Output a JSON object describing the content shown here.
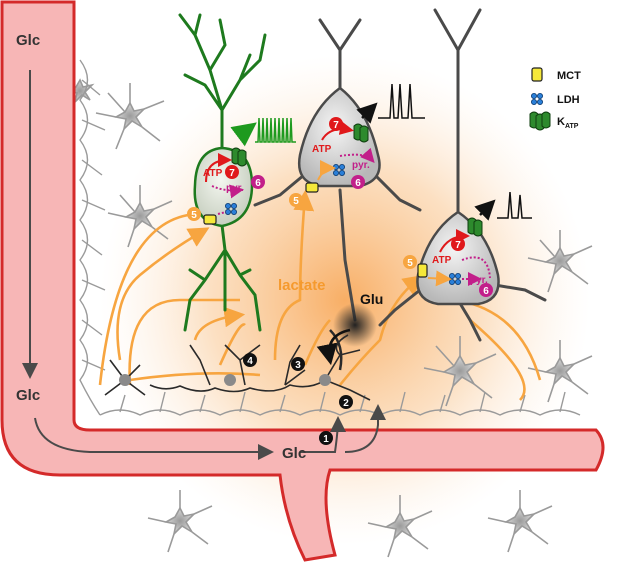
{
  "labels": {
    "glc_top": "Glc",
    "glc_mid": "Glc",
    "glc_bottom": "Glc",
    "lactate": "lactate",
    "glu": "Glu",
    "atp": "ATP",
    "pyr": "pyr."
  },
  "legend": {
    "mct": "MCT",
    "ldh": "LDH",
    "katp_main": "K",
    "katp_sub": "ATP"
  },
  "steps": [
    "1",
    "2",
    "3",
    "4",
    "5",
    "6",
    "7"
  ],
  "colors": {
    "vessel_fill": "#f7b6b6",
    "vessel_stroke": "#d42a2a",
    "glow": "#f8c48f",
    "pathway": "#f7a540",
    "green_neuron": "#1e7a1e",
    "gray_neuron": "#4a4a4a",
    "astro": "#b0b0b0",
    "atp_red": "#e0191b",
    "pyr_magenta": "#c21f8a",
    "mct_yellow": "#f5e83a",
    "ldh_blue": "#2a7fd8",
    "katp_green": "#2d8a2d"
  }
}
